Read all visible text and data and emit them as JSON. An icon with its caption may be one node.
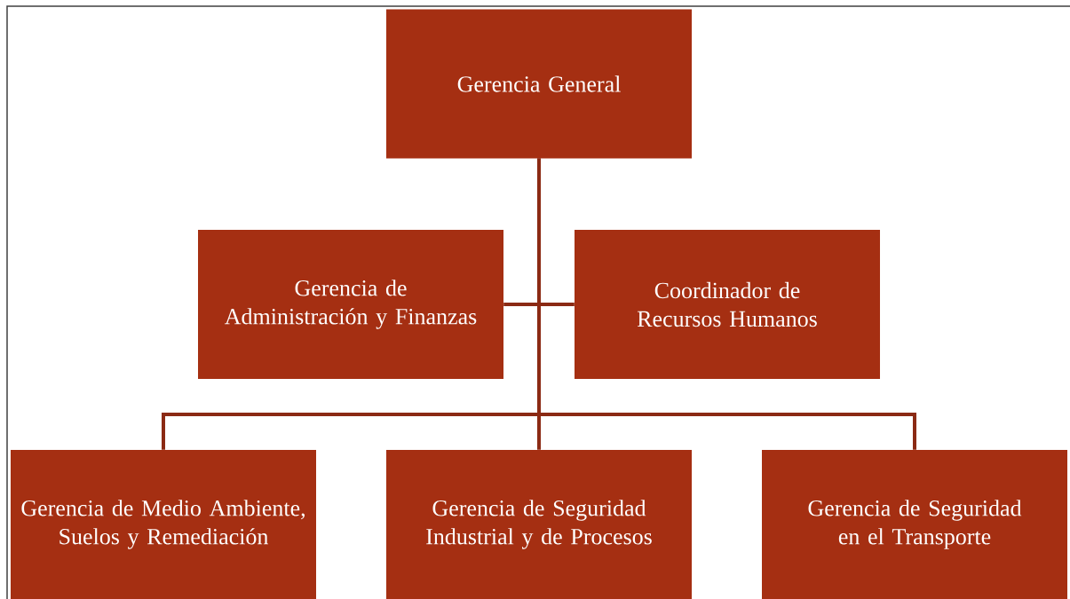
{
  "diagram": {
    "nodes": [
      {
        "text": [
          "Gerencia General"
        ]
      },
      {
        "text": [
          "Gerencia de Administración y Finanzas"
        ]
      },
      {
        "text": [
          "Coordinador de Recursos Humanos"
        ]
      },
      {
        "text": [
          "Gerencia de Medio Ambiente, Suelos y Remediación"
        ]
      },
      {
        "text": [
          "Gerencia de Seguridad Industrial y de Procesos"
        ]
      },
      {
        "text": [
          "Gerencia de Seguridad en el Transporte"
        ]
      }
    ],
    "edges": [
      {
        "from": 0,
        "to": 1,
        "arrow": "none"
      },
      {
        "from": 0,
        "to": 2,
        "arrow": "none"
      },
      {
        "from": 0,
        "to": 3,
        "arrow": "none"
      },
      {
        "from": 0,
        "to": 4,
        "arrow": "none"
      },
      {
        "from": 0,
        "to": 5,
        "arrow": "none"
      }
    ]
  }
}
